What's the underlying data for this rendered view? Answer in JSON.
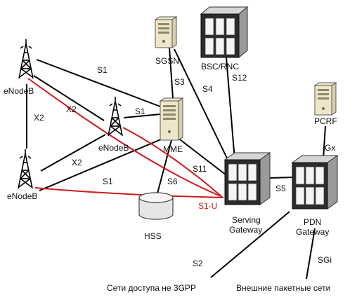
{
  "nodes": {
    "enodeb_top": "eNodeB",
    "enodeb_mid": "eNodeB",
    "enodeb_bottom": "eNodeB",
    "sgsn": "SGSN",
    "bsc_rnc": "BSC/RNC",
    "mme": "MME",
    "hss": "HSS",
    "serving_gateway": [
      "Serving",
      "Gateway"
    ],
    "pcrf": "PCRF",
    "pdn_gateway": [
      "PDN",
      "Gateway"
    ],
    "non_3gpp": "Сети доступа не 3GPP",
    "external_networks": "Внешние пакетные сети"
  },
  "interfaces": {
    "s1_top": "S1",
    "s1_mid": "S1",
    "s1_bottom": "S1",
    "x2_left": "X2",
    "x2_upper": "X2",
    "x2_lower": "X2",
    "s3": "S3",
    "s4": "S4",
    "s12": "S12",
    "s6": "S6",
    "s11": "S11",
    "s5": "S5",
    "gx": "Gx",
    "s1u": "S1-U",
    "s2": "S2",
    "sgi": "SGi"
  },
  "colors": {
    "user_plane": "#d11b1b",
    "control_plane": "#000000"
  }
}
